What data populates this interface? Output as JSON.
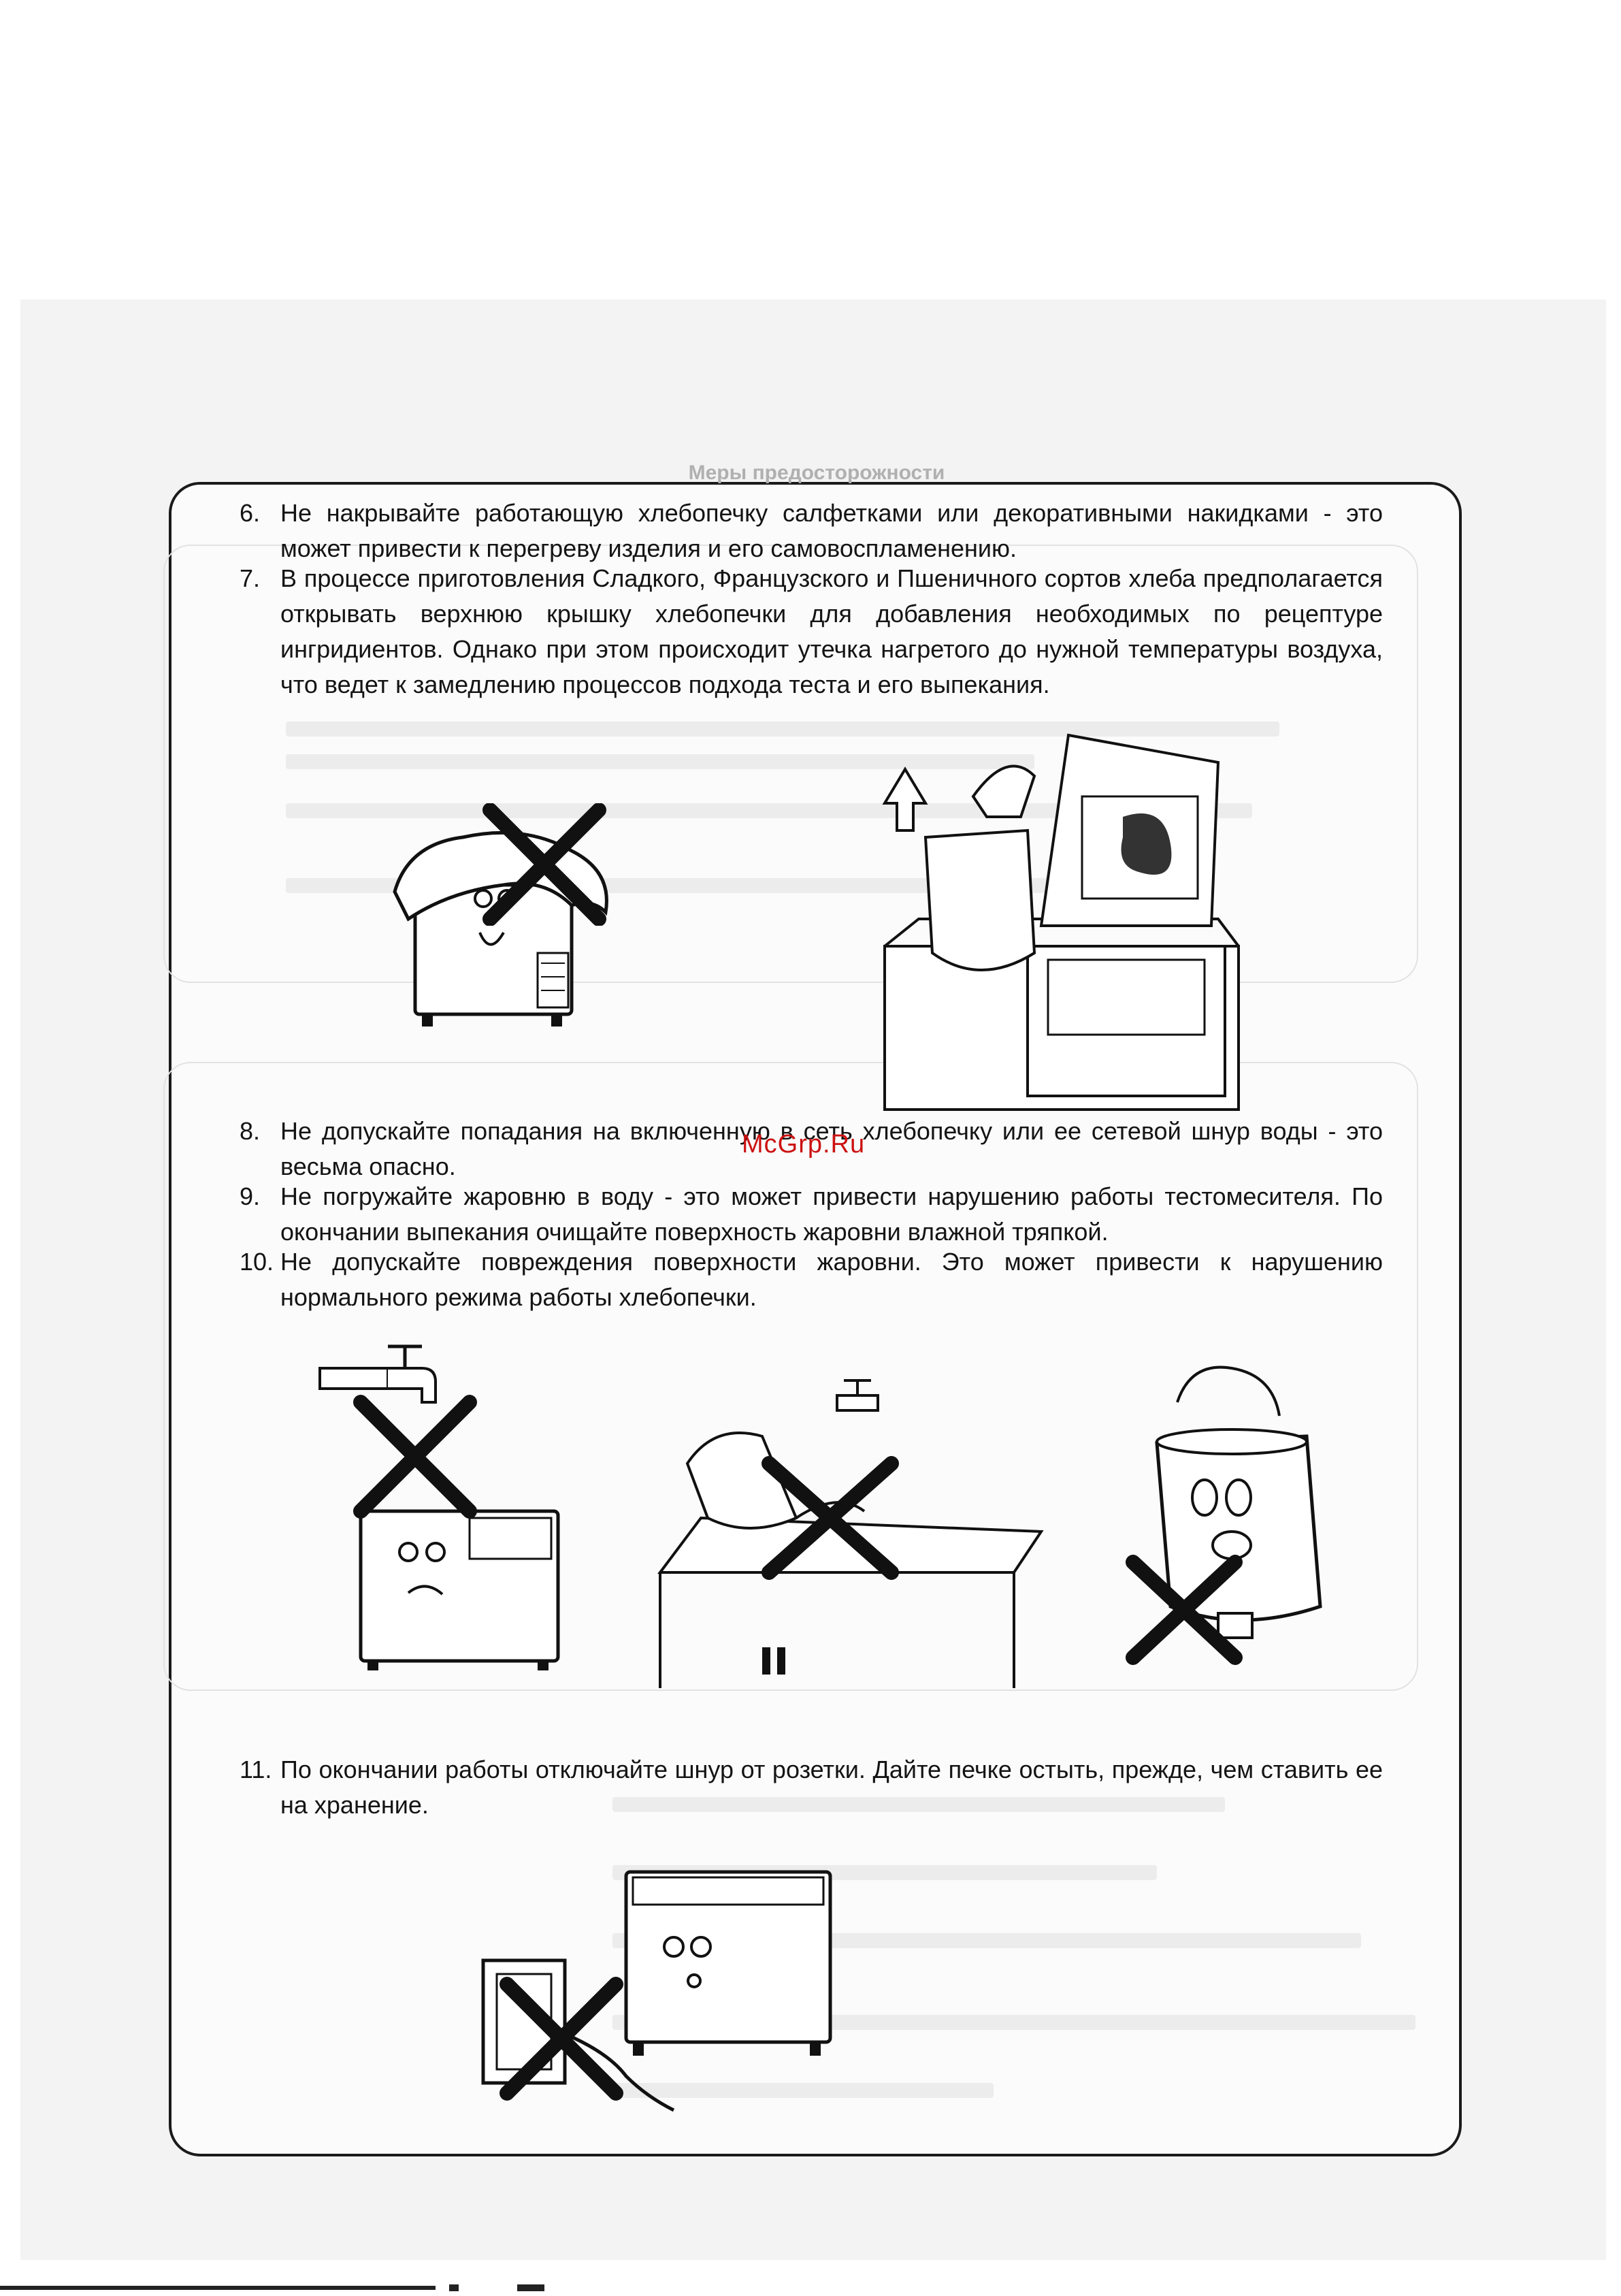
{
  "heading": "Меры предосторожности",
  "items": [
    {
      "num": "6.",
      "text": "Не накрывайте работающую хлебопечку салфетками или декоративными накидками - это может привести к перегреву изделия и его самовоспламенению."
    },
    {
      "num": "7.",
      "text": "В процессе приготовления Сладкого, Французского и Пшеничного сортов хлеба предполагается открывать верхнюю крышку хлебопечки для добавления необходимых по рецептуре ингридиентов. Однако при этом происходит утечка нагретого до нужной температуры воздуха, что ведет к замедлению процессов подхода теста и его выпекания."
    },
    {
      "num": "8.",
      "text": "Не допускайте попадания на включенную в сеть хлебопечку или ее сетевой шнур воды - это весьма опасно."
    },
    {
      "num": "9.",
      "text": "Не погружайте жаровню в воду - это может привести нарушению работы тестомесителя. По окончании выпекания очищайте поверхность жаровни влажной тряпкой."
    },
    {
      "num": "10.",
      "text": "Не допускайте повреждения поверхности жаровни. Это может привести к нарушению нормального режима работы хлебопечки."
    },
    {
      "num": "11.",
      "text": "По окончании работы отключайте шнур от розетки. Дайте печке остыть, прежде, чем ставить ее на хранение."
    }
  ],
  "watermark": "McGrp.Ru",
  "illustrations": [
    {
      "name": "covered-breadmaker-illustration",
      "icon": "cross-icon"
    },
    {
      "name": "open-lid-breadmaker-illustration",
      "icon": "arrow-up-icon"
    },
    {
      "name": "water-tap-breadmaker-illustration",
      "icon": "cross-icon"
    },
    {
      "name": "pan-in-sink-illustration",
      "icon": "cross-icon"
    },
    {
      "name": "scratched-pan-illustration",
      "icon": "cross-icon"
    },
    {
      "name": "unplug-outlet-illustration",
      "icon": "cross-icon"
    }
  ],
  "colors": {
    "text": "#141414",
    "watermark": "#cc1111",
    "cross": "#111111"
  }
}
